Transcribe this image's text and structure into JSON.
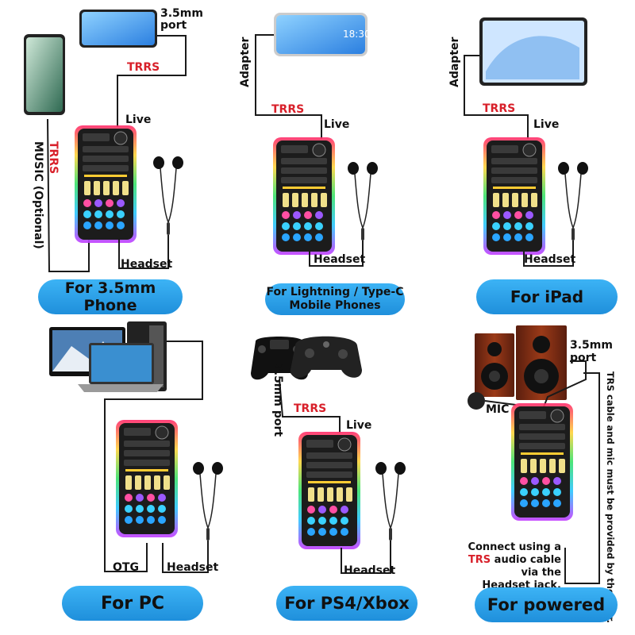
{
  "panels": [
    {
      "id": "phone35",
      "pill": "For 3.5mm Phone",
      "labels": {
        "port": "3.5mm\nport",
        "trrs": "TRRS",
        "live": "Live",
        "music_trrs": "TRRS",
        "music": "MUSIC (Optional)",
        "headset": "Headset"
      }
    },
    {
      "id": "lightning",
      "pill_line1": "For Lightning / Type-C",
      "pill_line2": "Mobile Phones",
      "labels": {
        "adapter": "Adapter",
        "trrs": "TRRS",
        "live": "Live",
        "headset": "Headset",
        "phone_time": "18:30"
      }
    },
    {
      "id": "ipad",
      "pill": "For iPad",
      "labels": {
        "adapter": "Adapter",
        "trrs": "TRRS",
        "live": "Live",
        "headset": "Headset"
      }
    },
    {
      "id": "pc",
      "pill": "For PC",
      "labels": {
        "otg": "OTG",
        "headset": "Headset"
      }
    },
    {
      "id": "console",
      "pill": "For PS4/Xbox",
      "labels": {
        "port": "3.5mm port",
        "trrs": "TRRS",
        "live": "Live",
        "headset": "Headset"
      }
    },
    {
      "id": "powered",
      "pill": "For powered",
      "labels": {
        "port": "3.5mm\nport",
        "mic": "MIC",
        "side_note": "TRS cable and mic must be provided by the user.",
        "note_part1": "Connect using a ",
        "note_trs": "TRS",
        "note_part2": " audio cable via the",
        "note_line3": "Headset jack."
      }
    }
  ],
  "colors": {
    "pill": "#2a9fe8",
    "red_label": "#d8202a",
    "cable": "#1a1a1a",
    "device": "#1c1c1c"
  }
}
